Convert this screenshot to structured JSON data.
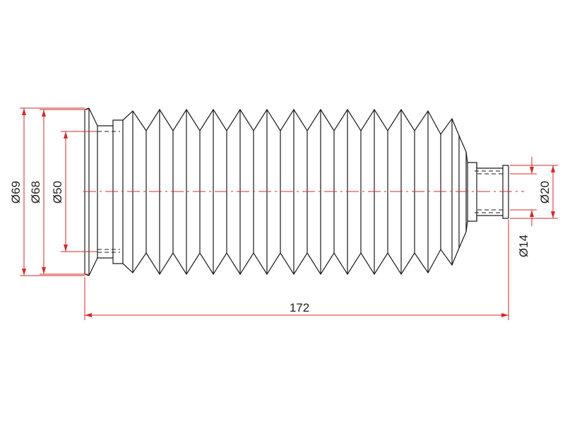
{
  "dimensions": {
    "d69": "Ø69",
    "d68": "Ø68",
    "d50": "Ø50",
    "d20": "Ø20",
    "d14": "Ø14",
    "length": "172"
  },
  "colors": {
    "outline": "#1a1a1a",
    "dimension": "#d42a2a",
    "text": "#222222"
  }
}
